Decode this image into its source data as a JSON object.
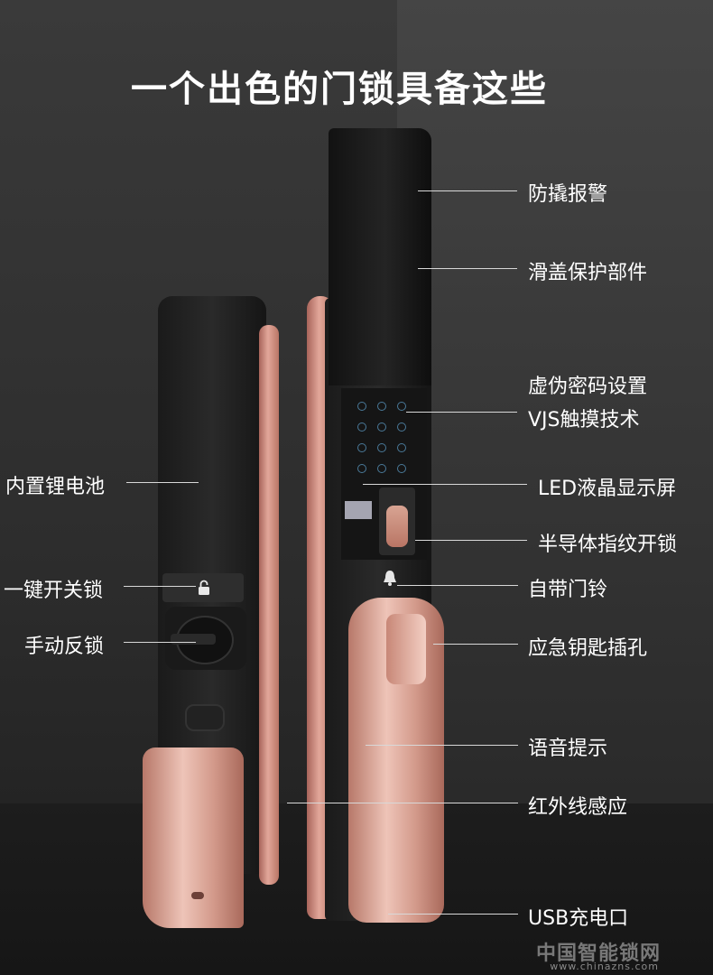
{
  "title": "一个出色的门锁具备这些",
  "labels": {
    "anti_tamper": "防撬报警",
    "slide_cover": "滑盖保护部件",
    "fake_password": "虚伪密码设置",
    "touch_tech": "VJS触摸技术",
    "battery": "内置锂电池",
    "led_screen": "LED液晶显示屏",
    "one_key_lock": "一键开关锁",
    "fingerprint": "半导体指纹开锁",
    "doorbell": "自带门铃",
    "manual_lock": "手动反锁",
    "emergency_key": "应急钥匙插孔",
    "voice": "语音提示",
    "infrared": "红外线感应",
    "usb": "USB充电口"
  },
  "watermark": {
    "brand": "中国智能锁网",
    "url": "www.chinazns.com"
  },
  "colors": {
    "rose_gold": "#d89a8c",
    "body_black": "#1c1c1c",
    "text": "#ffffff"
  }
}
